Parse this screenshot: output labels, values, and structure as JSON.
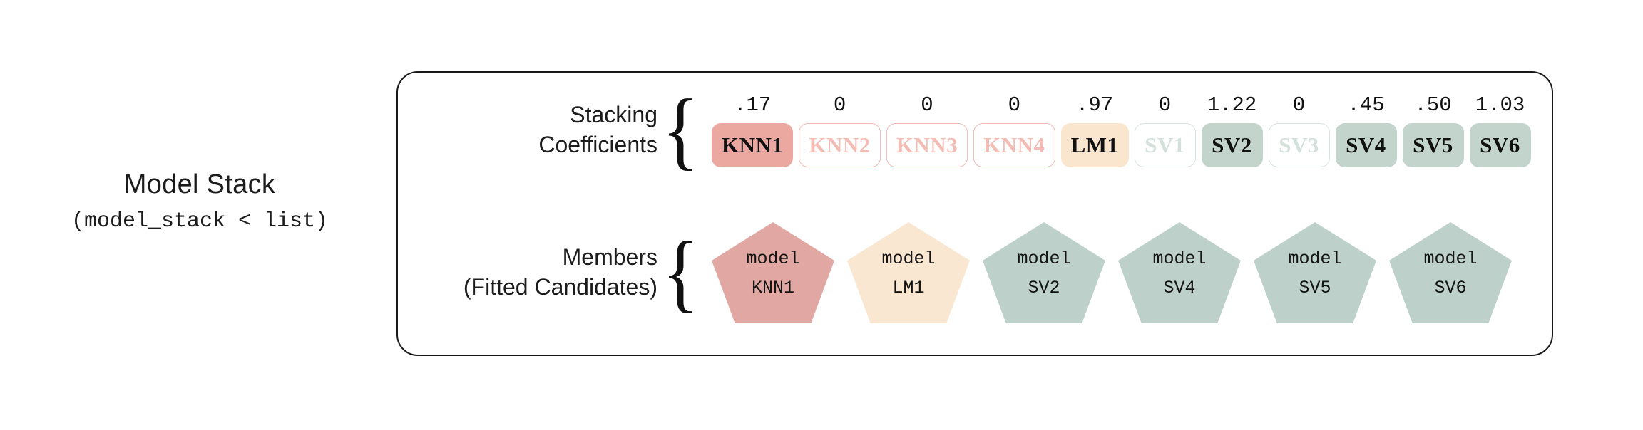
{
  "outer_label": {
    "title": "Model Stack",
    "subtitle": "(model_stack < list)"
  },
  "rows": {
    "coefficients": {
      "label_line1": "Stacking",
      "label_line2": "Coefficients",
      "brace": "{"
    },
    "members": {
      "label_line1": "Members",
      "label_line2": "(Fitted Candidates)",
      "brace": "{"
    }
  },
  "colors": {
    "red_fill": "#EBA8A1",
    "red_outline": "#F3BCB4",
    "peach_fill": "#FAE6CF",
    "green_fill": "#C2D4CC",
    "green_outline": "#D8E3DE",
    "panel_border": "#191919",
    "text": "#111111"
  },
  "coefficients": [
    {
      "name": "KNN1",
      "value": ".17",
      "state": "active",
      "style": "filled-red"
    },
    {
      "name": "KNN2",
      "value": "0",
      "state": "inactive",
      "style": "empty-red"
    },
    {
      "name": "KNN3",
      "value": "0",
      "state": "inactive",
      "style": "empty-red"
    },
    {
      "name": "KNN4",
      "value": "0",
      "state": "inactive",
      "style": "empty-red"
    },
    {
      "name": "LM1",
      "value": ".97",
      "state": "active",
      "style": "filled-peach"
    },
    {
      "name": "SV1",
      "value": "0",
      "state": "inactive",
      "style": "empty-green"
    },
    {
      "name": "SV2",
      "value": "1.22",
      "state": "active",
      "style": "filled-green"
    },
    {
      "name": "SV3",
      "value": "0",
      "state": "inactive",
      "style": "empty-green"
    },
    {
      "name": "SV4",
      "value": ".45",
      "state": "active",
      "style": "filled-green"
    },
    {
      "name": "SV5",
      "value": ".50",
      "state": "active",
      "style": "filled-green"
    },
    {
      "name": "SV6",
      "value": "1.03",
      "state": "active",
      "style": "filled-green"
    }
  ],
  "members": [
    {
      "prefix": "model",
      "name": "KNN1",
      "style": "pent-red"
    },
    {
      "prefix": "model",
      "name": "LM1",
      "style": "pent-peach"
    },
    {
      "prefix": "model",
      "name": "SV2",
      "style": "pent-green"
    },
    {
      "prefix": "model",
      "name": "SV4",
      "style": "pent-green"
    },
    {
      "prefix": "model",
      "name": "SV5",
      "style": "pent-green"
    },
    {
      "prefix": "model",
      "name": "SV6",
      "style": "pent-green"
    }
  ]
}
